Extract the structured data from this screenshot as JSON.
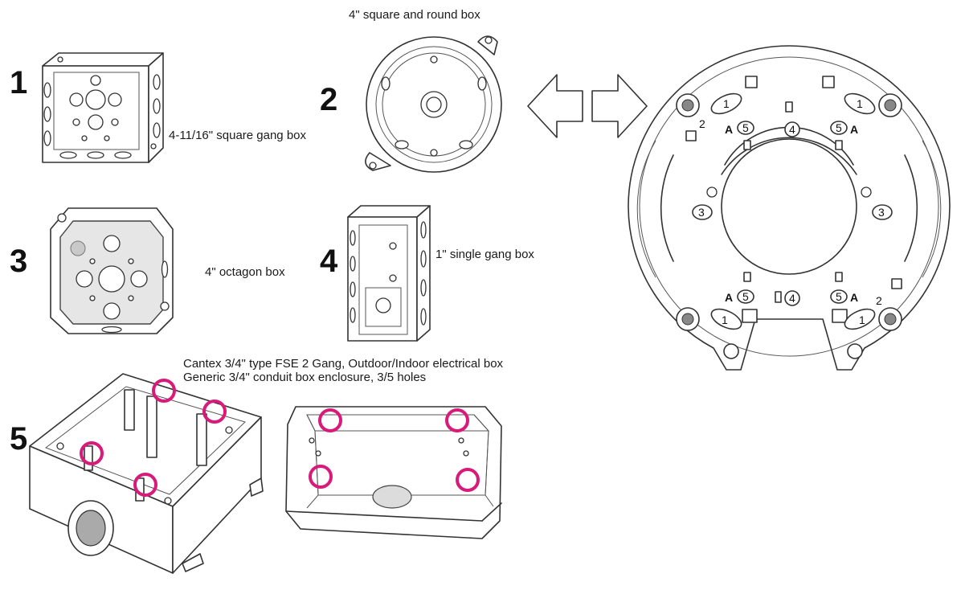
{
  "boxes": [
    {
      "number": "1",
      "caption": "4-11/16\" square gang box"
    },
    {
      "number": "2",
      "caption": "4\" square and round box"
    },
    {
      "number": "3",
      "caption": "4\" octagon box"
    },
    {
      "number": "4",
      "caption": "1\" single gang box"
    },
    {
      "number": "5",
      "caption_line1": "Cantex 3/4\" type FSE 2 Gang, Outdoor/Indoor electrical box",
      "caption_line2": "Generic 3/4\" conduit box enclosure, 3/5 holes"
    }
  ],
  "mount_plate": {
    "labels": [
      "1",
      "2",
      "3",
      "4",
      "5",
      "A"
    ]
  },
  "colors": {
    "highlight": "#d81b7a",
    "line": "#333333"
  }
}
